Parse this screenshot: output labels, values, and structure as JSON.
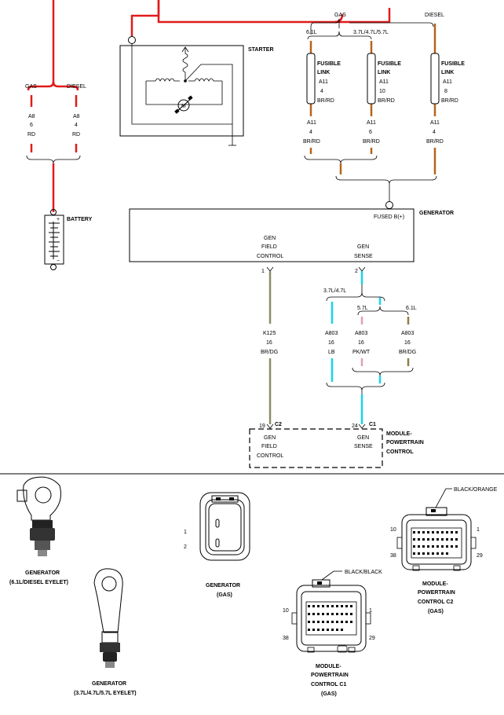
{
  "battery": {
    "title": "BATTERY",
    "plus": "+",
    "minus": "−",
    "label_gas": "GAS",
    "label_diesel": "DIESEL",
    "gas_wire": [
      "A8",
      "6",
      "RD"
    ],
    "diesel_wire": [
      "A8",
      "4",
      "RD"
    ]
  },
  "starter": {
    "title": "STARTER",
    "motor": "M"
  },
  "fusible": {
    "label_gas": "GAS",
    "label_diesel": "DIESEL",
    "label_61": "6.1L",
    "label_37": "3.7L/4.7L/5.7L",
    "links": [
      {
        "title1": "FUSIBLE",
        "title2": "LINK",
        "top": [
          "A11",
          "4",
          "BR/RD"
        ],
        "bottom": [
          "A11",
          "4",
          "BR/RD"
        ]
      },
      {
        "title1": "FUSIBLE",
        "title2": "LINK",
        "top": [
          "A11",
          "10",
          "BR/RD"
        ],
        "bottom": [
          "A11",
          "6",
          "BR/RD"
        ]
      },
      {
        "title1": "FUSIBLE",
        "title2": "LINK",
        "top": [
          "A11",
          "8",
          "BR/RD"
        ],
        "bottom": [
          "A11",
          "4",
          "BR/RD"
        ]
      }
    ]
  },
  "generator": {
    "title": "GENERATOR",
    "fused": "FUSED B(+)",
    "field": [
      "GEN",
      "FIELD",
      "CONTROL"
    ],
    "sense": [
      "GEN",
      "SENSE"
    ],
    "pin_field": "1",
    "pin_sense": "2"
  },
  "wires": {
    "k125": [
      "K125",
      "16",
      "BR/DG"
    ],
    "label_37_47": "3.7L/4.7L",
    "label_57": "5.7L",
    "label_61": "6.1L",
    "lb": [
      "A803",
      "16",
      "LB"
    ],
    "pkwt": [
      "A803",
      "16",
      "PK/WT"
    ],
    "brdg": [
      "A803",
      "16",
      "BR/DG"
    ]
  },
  "pcm": {
    "title": [
      "MODULE-",
      "POWERTRAIN",
      "CONTROL"
    ],
    "pin_field": "19",
    "conn_field": "C2",
    "pin_sense": "24",
    "conn_sense": "C1",
    "field": [
      "GEN",
      "FIELD",
      "CONTROL"
    ],
    "sense": [
      "GEN",
      "SENSE"
    ]
  },
  "views": {
    "gen_61": [
      "GENERATOR",
      "(6.1L/DIESEL EYELET)"
    ],
    "gen_37": [
      "GENERATOR",
      "(3.7L/4.7L/5.7L EYELET)"
    ],
    "gen_gas": {
      "caption": [
        "GENERATOR",
        "(GAS)"
      ],
      "pin1": "1",
      "pin2": "2"
    },
    "c1": {
      "color": "BLACK/BLACK",
      "caption": [
        "MODULE-",
        "POWERTRAIN",
        "CONTROL C1",
        "(GAS)"
      ],
      "p10": "10",
      "p1": "1",
      "p38": "38",
      "p29": "29"
    },
    "c2": {
      "color": "BLACK/ORANGE",
      "caption": [
        "MODULE-",
        "POWERTRAIN",
        "CONTROL C2",
        "(GAS)"
      ],
      "p10": "10",
      "p1": "1",
      "p38": "38",
      "p29": "29"
    }
  },
  "colors": {
    "red": "#e01b1b",
    "brown_red": "#b5651d",
    "cyan": "#19d4e6",
    "olive": "#8c8c6a",
    "pink": "#e0a0b4",
    "olive_dark": "#8a7f4a"
  }
}
